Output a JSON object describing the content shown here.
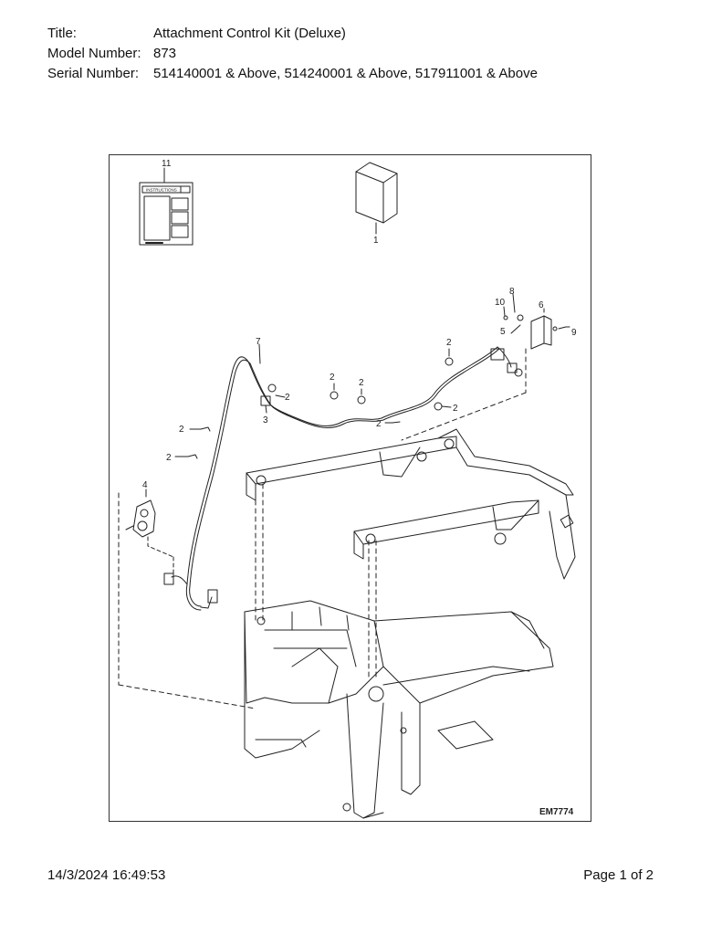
{
  "header": {
    "title_label": "Title:",
    "title_value": "Attachment Control Kit (Deluxe)",
    "model_label": "Model Number:",
    "model_value": "873",
    "serial_label": "Serial Number:",
    "serial_value": "514140001 & Above, 514240001 & Above, 517911001 & Above"
  },
  "figure": {
    "instructions_text": "INSTRUCTIONS",
    "callouts": {
      "c1": "1",
      "c2a": "2",
      "c2b": "2",
      "c2c": "2",
      "c2d": "2",
      "c2e": "2",
      "c2f": "2",
      "c2g": "2",
      "c2h": "2",
      "c3": "3",
      "c4": "4",
      "c5": "5",
      "c6": "6",
      "c7": "7",
      "c8": "8",
      "c9": "9",
      "c10": "10",
      "c11": "11"
    },
    "figure_id": "EM7774"
  },
  "footer": {
    "timestamp": "14/3/2024 16:49:53",
    "page": "Page 1 of 2"
  }
}
